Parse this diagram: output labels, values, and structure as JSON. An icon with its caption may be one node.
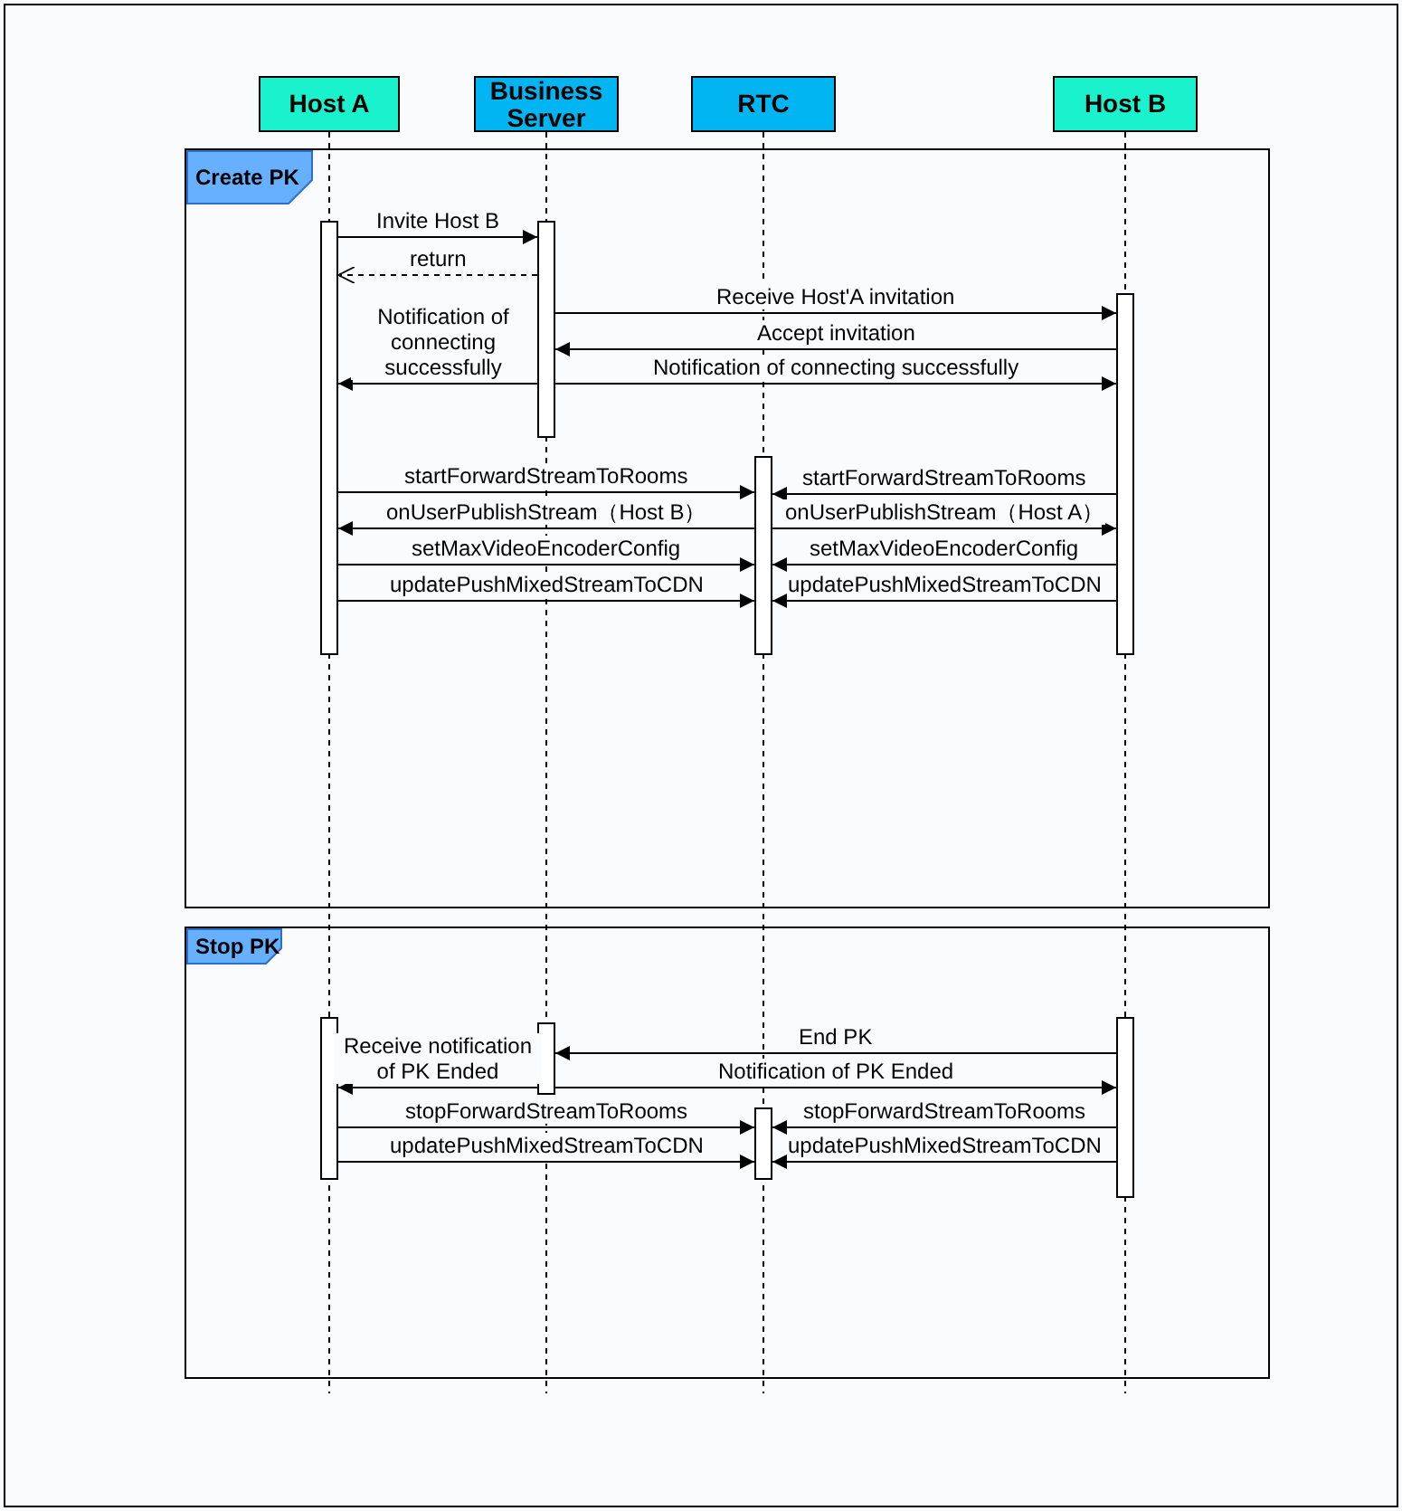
{
  "diagram": {
    "nodes": [
      {
        "text": [
          "Host A"
        ]
      },
      {
        "text": [
          "Business Server"
        ]
      },
      {
        "text": [
          "RTC"
        ]
      },
      {
        "text": [
          "Host B"
        ]
      },
      {
        "text": [
          "Create PK"
        ]
      },
      {
        "text": [
          "Stop PK"
        ]
      },
      {
        "text": [],
        "shape": "bar",
        "in": 4
      },
      {
        "text": [],
        "shape": "bar",
        "in": 4
      },
      {
        "text": [],
        "shape": "bar",
        "in": 4
      },
      {
        "text": [],
        "shape": "bar",
        "in": 4
      },
      {
        "text": [],
        "shape": "bar",
        "in": 5
      },
      {
        "text": [],
        "shape": "bar",
        "in": 5
      },
      {
        "text": [],
        "shape": "bar",
        "in": 5
      },
      {
        "text": [],
        "shape": "bar",
        "in": 5
      }
    ],
    "edges": [
      {
        "from": 6,
        "to": 7,
        "arrow": "to",
        "label": "Invite Host B"
      },
      {
        "from": 7,
        "to": 6,
        "arrow": "to",
        "label": "return",
        "style": "dashed"
      },
      {
        "from": 7,
        "to": 9,
        "arrow": "to",
        "label": "Receive Host'A invitation"
      },
      {
        "from": 9,
        "to": 7,
        "arrow": "to",
        "label": "Accept invitation"
      },
      {
        "from": 7,
        "to": 6,
        "arrow": "to",
        "label": "Notification of connecting successfully"
      },
      {
        "from": 7,
        "to": 9,
        "arrow": "to",
        "label": "Notification of connecting successfully"
      },
      {
        "from": 6,
        "to": 8,
        "arrow": "to",
        "label": "startForwardStreamToRooms"
      },
      {
        "from": 9,
        "to": 8,
        "arrow": "to",
        "label": "startForwardStreamToRooms"
      },
      {
        "from": 8,
        "to": 6,
        "arrow": "to",
        "label": "onUserPublishStream（Host B）"
      },
      {
        "from": 8,
        "to": 9,
        "arrow": "to",
        "label": "onUserPublishStream（Host A）"
      },
      {
        "from": 6,
        "to": 8,
        "arrow": "to",
        "label": "setMaxVideoEncoderConfig"
      },
      {
        "from": 9,
        "to": 8,
        "arrow": "to",
        "label": "setMaxVideoEncoderConfig"
      },
      {
        "from": 6,
        "to": 8,
        "arrow": "to",
        "label": "updatePushMixedStreamToCDN"
      },
      {
        "from": 9,
        "to": 8,
        "arrow": "to",
        "label": "updatePushMixedStreamToCDN"
      },
      {
        "from": 13,
        "to": 11,
        "arrow": "to",
        "label": "End PK"
      },
      {
        "from": 11,
        "to": 10,
        "arrow": "to",
        "label": "Receive notification of PK Ended"
      },
      {
        "from": 11,
        "to": 13,
        "arrow": "to",
        "label": "Notification of PK Ended"
      },
      {
        "from": 10,
        "to": 12,
        "arrow": "to",
        "label": "stopForwardStreamToRooms"
      },
      {
        "from": 13,
        "to": 12,
        "arrow": "to",
        "label": "stopForwardStreamToRooms"
      },
      {
        "from": 10,
        "to": 12,
        "arrow": "to",
        "label": "updatePushMixedStreamToCDN"
      },
      {
        "from": 13,
        "to": 12,
        "arrow": "to",
        "label": "updatePushMixedStreamToCDN"
      }
    ]
  }
}
